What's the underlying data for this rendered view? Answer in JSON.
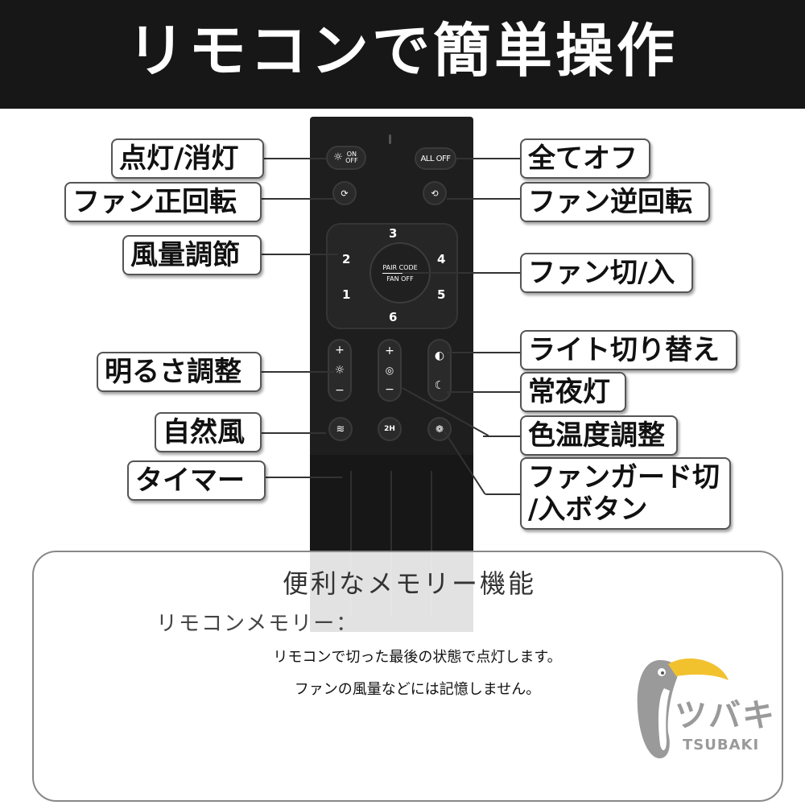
{
  "header": {
    "title": "リモコンで簡単操作"
  },
  "remote": {
    "on_off": "ON OFF",
    "all_off": "ALL OFF",
    "pad_numbers": [
      "3",
      "2",
      "4",
      "1",
      "5",
      "6"
    ],
    "pad_center_top": "PAIR CODE",
    "pad_center_bottom": "FAN OFF",
    "plus": "+",
    "minus": "−",
    "timer": "2H"
  },
  "labels": {
    "light_on_off": "点灯/消灯",
    "fan_forward": "ファン正回転",
    "wind_volume": "風量調節",
    "brightness": "明るさ調整",
    "natural_wind": "自然風",
    "timer": "タイマー",
    "all_off": "全てオフ",
    "fan_reverse": "ファン逆回転",
    "fan_on_off": "ファン切/入",
    "light_switch": "ライト切り替え",
    "night_light": "常夜灯",
    "color_temp": "色温度調整",
    "fan_guard_line1": "ファンガード切",
    "fan_guard_line2": "/入ボタン"
  },
  "memory": {
    "title": "便利なメモリー機能",
    "subtitle": "リモコンメモリー：",
    "desc_1": "リモコンで切った最後の状態で点灯します。",
    "desc_2": "ファンの風量などには記憶しません。"
  },
  "logo": {
    "jp": "ツバキ",
    "en": "TSUBAKI"
  },
  "colors": {
    "header_bg": "#171717",
    "remote_body": "#1e1e1e",
    "logo_grey": "#9a9a9a",
    "logo_yellow": "#f2c12e"
  }
}
